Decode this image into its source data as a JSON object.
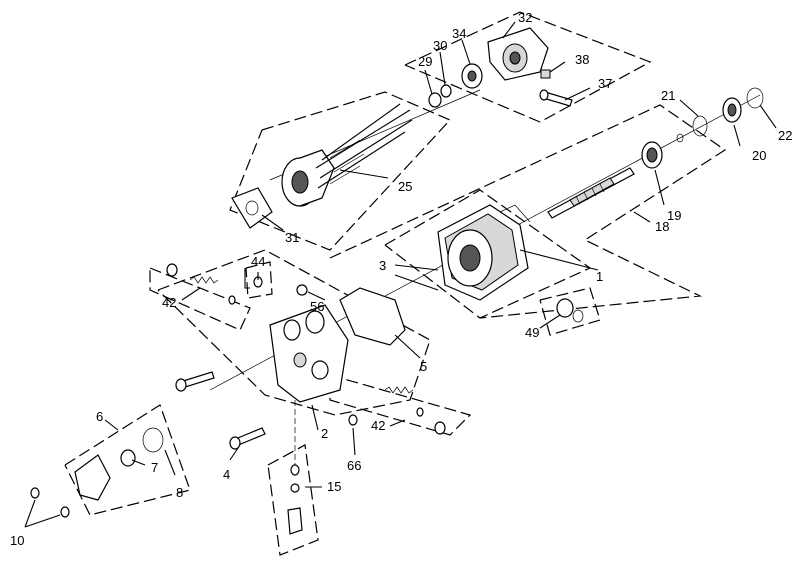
{
  "callouts": {
    "c1": "1",
    "c2": "2",
    "c3": "3",
    "c4": "4",
    "c5": "5",
    "c6": "6",
    "c7": "7",
    "c8": "8",
    "c10": "10",
    "c15": "15",
    "c18": "18",
    "c19": "19",
    "c20": "20",
    "c21": "21",
    "c22": "22",
    "c25": "25",
    "c29": "29",
    "c30": "30",
    "c31": "31",
    "c32": "32",
    "c34": "34",
    "c37": "37",
    "c38": "38",
    "c42a": "42",
    "c42b": "42",
    "c44": "44",
    "c49": "49",
    "c56": "56",
    "c66": "66"
  }
}
